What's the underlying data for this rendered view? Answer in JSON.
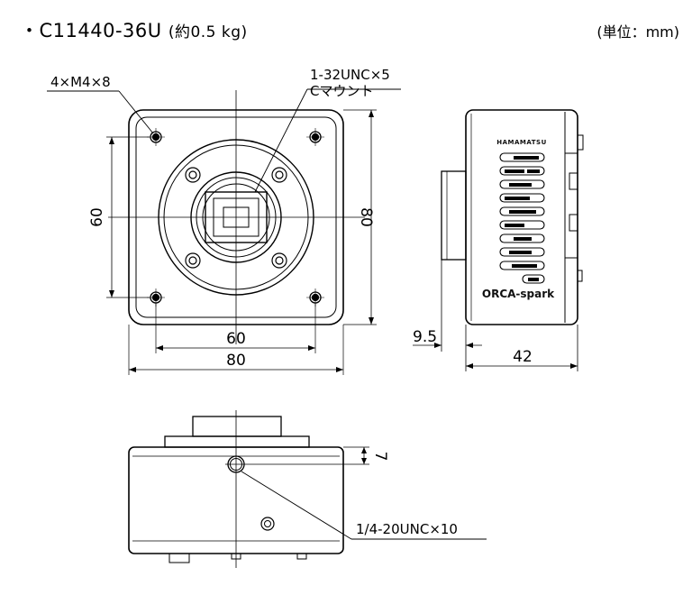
{
  "header": {
    "model": "・C11440-36U",
    "weight": "(約0.5 kg)",
    "unit": "(単位：mm)"
  },
  "front_view": {
    "hole_callout": "4×M4×8",
    "mount_callout_line1": "1-32UNC×5",
    "mount_callout_line2": "Cマウント",
    "dim_hole_pitch_h": "60",
    "dim_width": "80",
    "dim_hole_pitch_v": "60",
    "dim_height": "80"
  },
  "side_view": {
    "maker_label": "HAMAMATSU",
    "product_label": "ORCA-spark",
    "dim_flange": "9.5",
    "dim_depth": "42"
  },
  "bottom_view": {
    "dim_offset": "7",
    "tripod_callout": "1/4-20UNC×10"
  }
}
